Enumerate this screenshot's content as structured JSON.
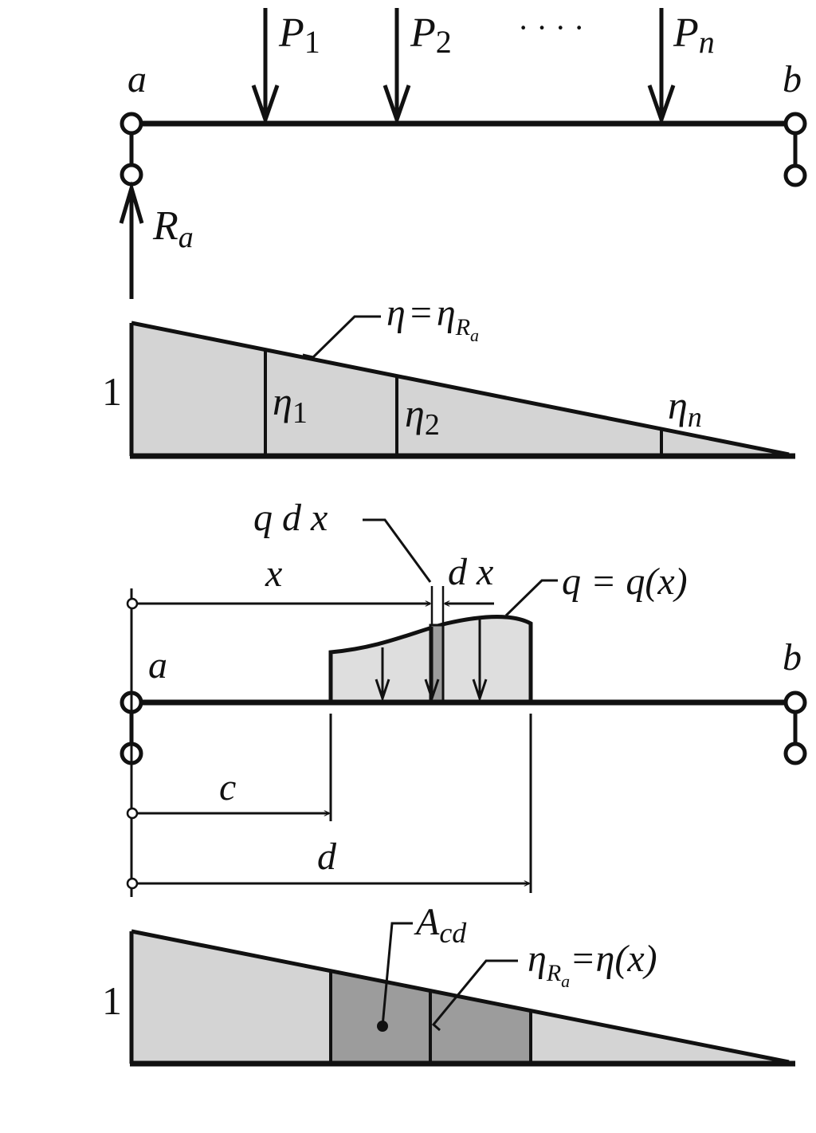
{
  "colors": {
    "ink": "#111111",
    "light_fill": "#d4d4d4",
    "dark_fill": "#9c9c9c",
    "load_fill": "#dedede"
  },
  "panel1": {
    "support_left_label": "a",
    "support_right_label": "b",
    "loads": [
      {
        "symbol": "P",
        "sub": "1"
      },
      {
        "symbol": "P",
        "sub": "2"
      },
      {
        "symbol": "P",
        "sub": "n"
      }
    ],
    "ellipsis": "· · · ·",
    "reaction": {
      "symbol": "R",
      "sub": "a"
    }
  },
  "panel2": {
    "ordinate_label": "1",
    "curve_label": {
      "lhs": "η",
      "eq": "=",
      "rhs": "η",
      "rhs_sub": "R",
      "rhs_subsub": "a"
    },
    "ordinates": [
      {
        "symbol": "η",
        "sub": "1"
      },
      {
        "symbol": "η",
        "sub": "2"
      },
      {
        "symbol": "η",
        "sub": "n"
      }
    ]
  },
  "panel3": {
    "support_left_label": "a",
    "support_right_label": "b",
    "elem_label": "q d x",
    "x_label": "x",
    "dx_label": "d x",
    "load_label": "q = q(x)",
    "c_label": "c",
    "d_label": "d"
  },
  "panel4": {
    "ordinate_label": "1",
    "area_label": {
      "symbol": "A",
      "sub": "cd"
    },
    "curve_label": {
      "lhs": "η",
      "lhs_sub": "R",
      "lhs_subsub": "a",
      "rest": "=η(x)"
    }
  }
}
